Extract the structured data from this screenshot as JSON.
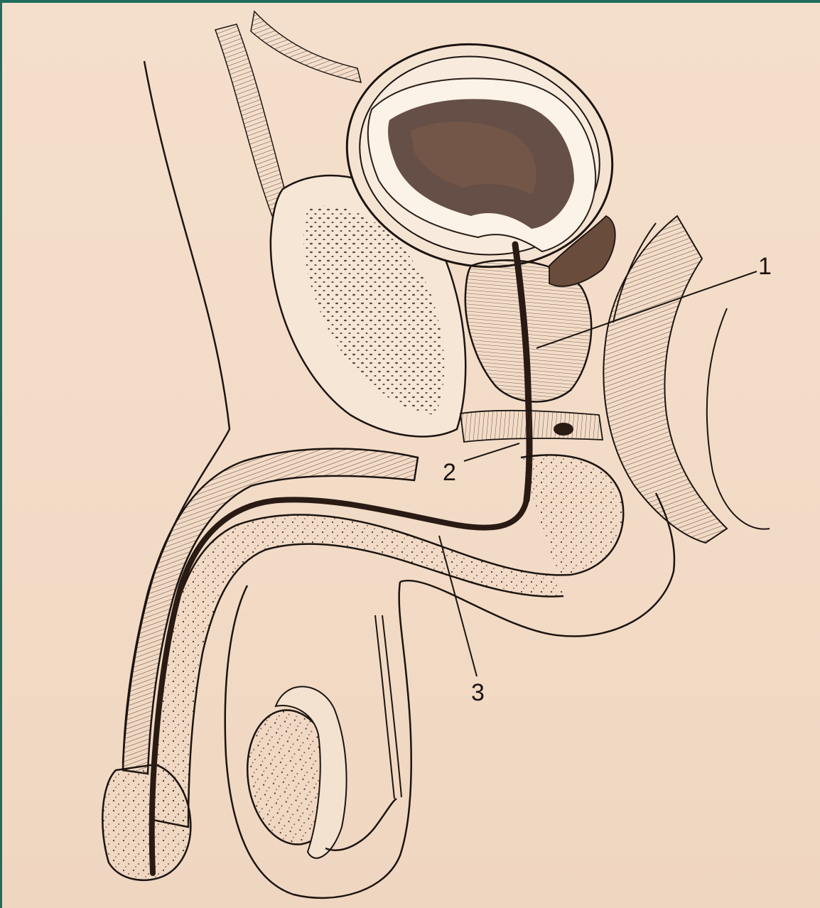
{
  "figure": {
    "labels": [
      {
        "id": "1",
        "text": "1"
      },
      {
        "id": "2",
        "text": "2"
      },
      {
        "id": "3",
        "text": "3"
      }
    ]
  },
  "colors": {
    "background": "#f2ddc9",
    "ink": "#1c1410",
    "frame": "#1f6e5d"
  }
}
